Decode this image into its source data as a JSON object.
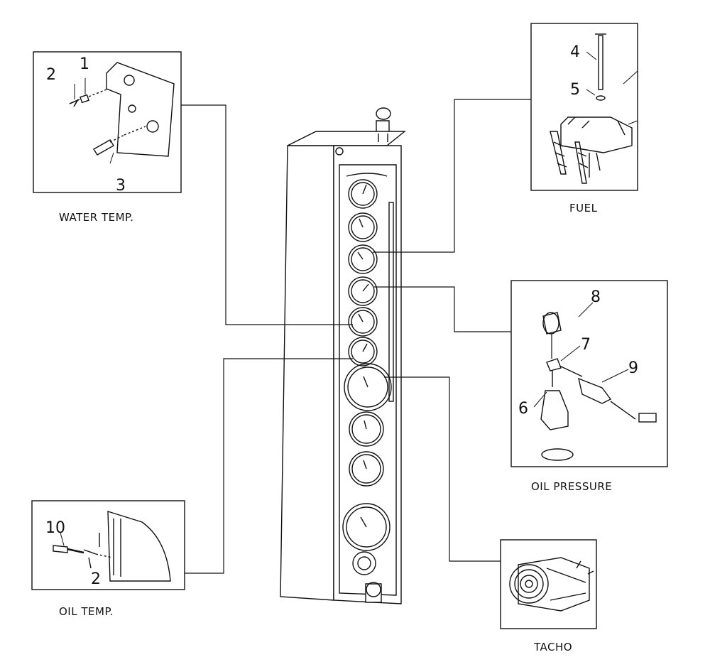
{
  "captions": {
    "water_temp": "WATER TEMP.",
    "fuel": "FUEL",
    "oil_pressure": "OIL PRESSURE",
    "oil_temp": "OIL TEMP.",
    "tacho": "TACHO"
  },
  "callouts": {
    "c1": "1",
    "c2": "2",
    "c3": "3",
    "c4": "4",
    "c5": "5",
    "c6": "6",
    "c7": "7",
    "c8": "8",
    "c9": "9",
    "c10": "10",
    "c2b": "2"
  },
  "colors": {
    "ink": "#111111",
    "paper": "#ffffff"
  }
}
